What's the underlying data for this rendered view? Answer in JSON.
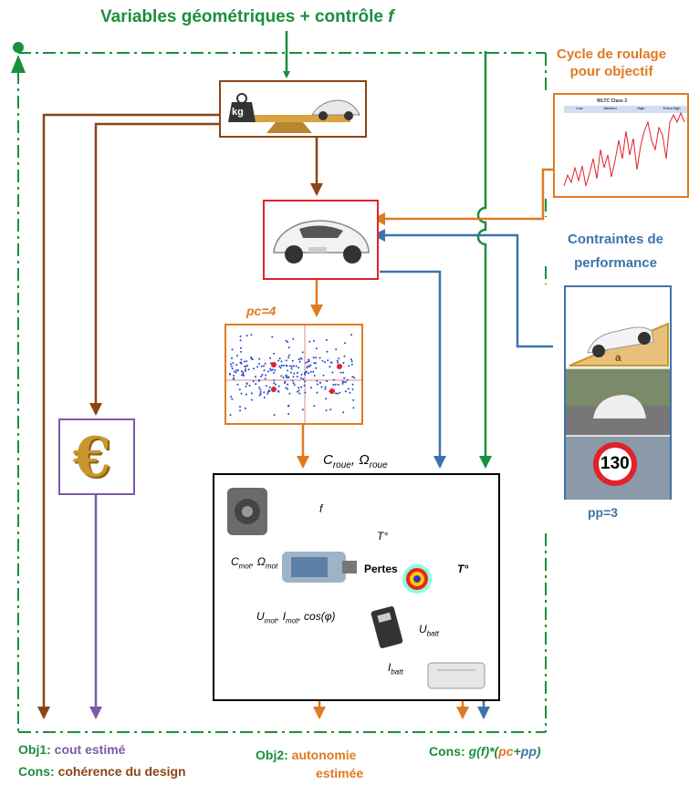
{
  "title": {
    "text": "Variables géométriques + contrôle ",
    "var": "f"
  },
  "colors": {
    "green": "#1a8f3c",
    "brown": "#8b4513",
    "orange": "#e07a1f",
    "blue": "#3e73aa",
    "purple": "#7b5aa6",
    "red": "#e0222a",
    "black": "#000000"
  },
  "right_panel": {
    "cycle_title_1": "Cycle de roulage",
    "cycle_title_2": "pour objectif",
    "cycle_chart_title": "WLTC Class 3",
    "cycle_chart_phases": [
      "Low",
      "Medium",
      "High",
      "Extra High"
    ],
    "perf_title_1": "Contraintes de",
    "perf_title_2": "performance",
    "slope_label": "a",
    "speed_sign": "130",
    "pp": "pp=3"
  },
  "pc_label": "pc=4",
  "wheel_label": {
    "c": "C",
    "c_sub": "roue",
    "sep": ", ",
    "w": "Ω",
    "w_sub": "roue"
  },
  "motor_block": {
    "f": "f",
    "cmot": "C",
    "cmot_sub": "mot",
    "omot": "Ω",
    "omot_sub": "mot",
    "tdeg1": "T°",
    "pertes": "Pertes",
    "tdeg2": "T°",
    "umot": "U",
    "umot_sub": "mot",
    "imot": "I",
    "imot_sub": "mot",
    "cosphi": "cos(φ)",
    "ubatt": "U",
    "ubatt_sub": "batt",
    "ibatt": "I",
    "ibatt_sub": "batt"
  },
  "kg_label": "kg",
  "euro_symbol": "€",
  "outputs": {
    "obj1_key": "Obj1:",
    "obj1_val": "cout estimé",
    "cons1_key": "Cons:",
    "cons1_val": "cohérence du design",
    "obj2_key": "Obj2:",
    "obj2_val_1": "autonomie",
    "obj2_val_2": "estimée",
    "cons2_key": "Cons:",
    "cons2_g": "g(f)",
    "cons2_star": "*(",
    "cons2_pc": "pc",
    "cons2_plus": "+",
    "cons2_pp": "pp",
    "cons2_close": ")"
  }
}
